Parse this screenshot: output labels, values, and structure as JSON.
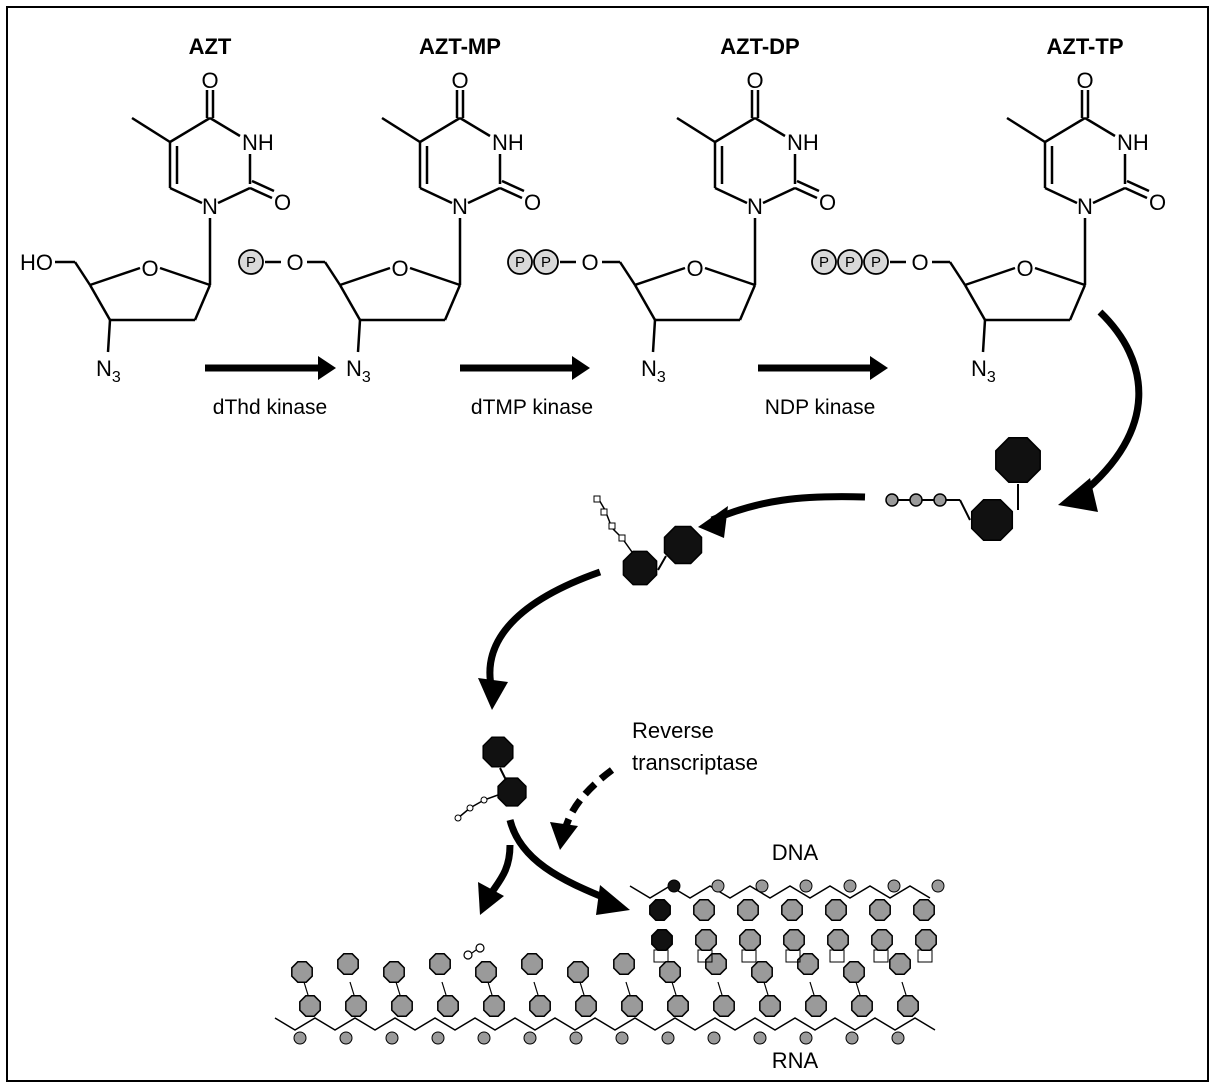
{
  "compounds": [
    {
      "name": "AZT",
      "phosphates": 0
    },
    {
      "name": "AZT-MP",
      "phosphates": 1
    },
    {
      "name": "AZT-DP",
      "phosphates": 2
    },
    {
      "name": "AZT-TP",
      "phosphates": 3
    }
  ],
  "atoms": {
    "oxygen": "O",
    "nh": "NH",
    "nitrogen": "N",
    "hydroxyl": "HO",
    "azide_n": "N",
    "azide_sub": "3",
    "phosphate": "P",
    "last_carbonyl_o": "O"
  },
  "enzymes": [
    "dThd kinase",
    "dTMP kinase",
    "NDP kinase"
  ],
  "labels": {
    "rt_line1": "Reverse",
    "rt_line2": "transcriptase",
    "dna": "DNA",
    "rna": "RNA"
  },
  "colors": {
    "ink": "#000000",
    "nucleotide_gray": "#9a9a9a",
    "phosphate_fill": "#d9d9d9",
    "azt_black": "#111111"
  }
}
